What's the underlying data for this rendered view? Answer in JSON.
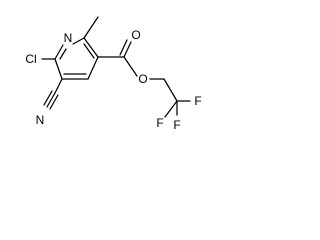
{
  "molecule": {
    "atoms": {
      "n_ring": "N",
      "cl": "Cl",
      "n_nitrile": "N",
      "o_carbonyl": "O",
      "o_ester": "O",
      "f1": "F",
      "f2": "F",
      "f3": "F"
    }
  }
}
